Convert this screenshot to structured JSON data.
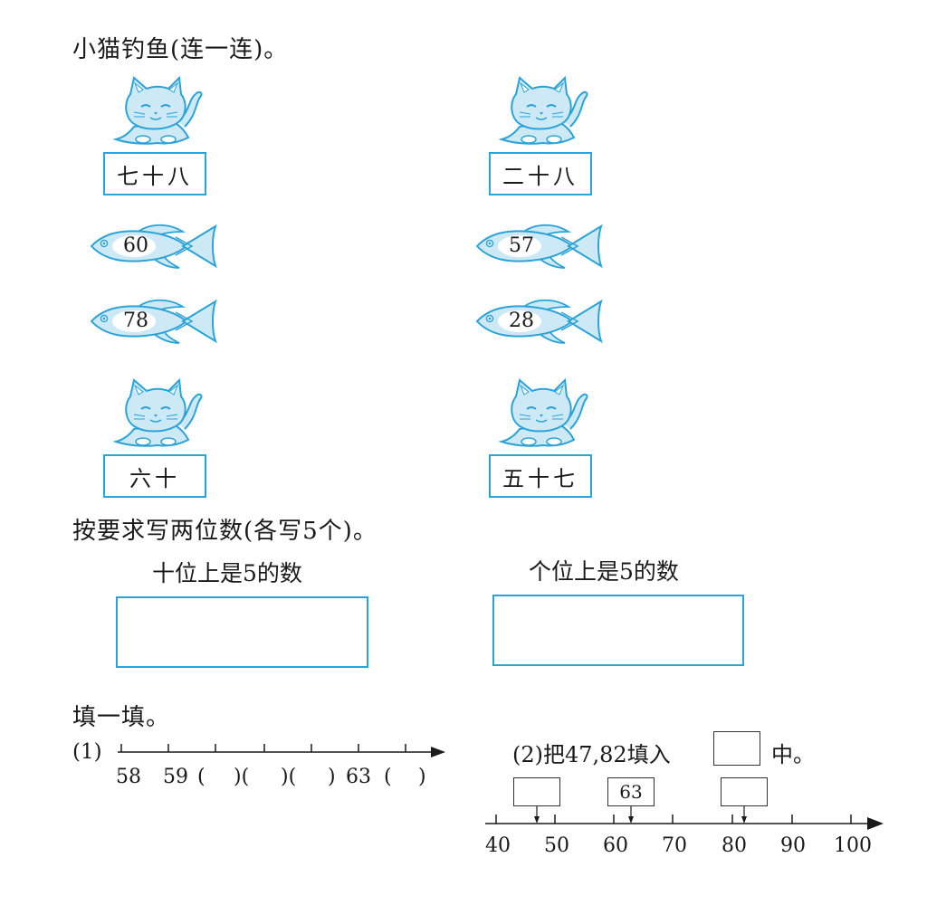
{
  "section1": {
    "title": "小猫钓鱼(连一连)。",
    "cats": [
      {
        "label": "七十八"
      },
      {
        "label": "二十八"
      },
      {
        "label": "六十"
      },
      {
        "label": "五十七"
      }
    ],
    "fish": [
      {
        "value": "60"
      },
      {
        "value": "57"
      },
      {
        "value": "78"
      },
      {
        "value": "28"
      }
    ]
  },
  "section2": {
    "title": "按要求写两位数(各写5个)。",
    "left_caption": "十位上是5的数",
    "right_caption": "个位上是5的数"
  },
  "section3": {
    "title": "填一填。",
    "part1": {
      "label": "(1)",
      "ticks": [
        "58",
        "59",
        "(",
        ")(",
        ")(",
        ")",
        "63",
        "(",
        ")"
      ]
    },
    "part2": {
      "prefix": "(2)把47,82填入",
      "suffix": "中。",
      "boxed_value": "63",
      "axis_labels": [
        "40",
        "50",
        "60",
        "70",
        "80",
        "90",
        "100"
      ]
    }
  },
  "colors": {
    "accent": "#2aa3d8",
    "fill": "#cde9f6"
  }
}
